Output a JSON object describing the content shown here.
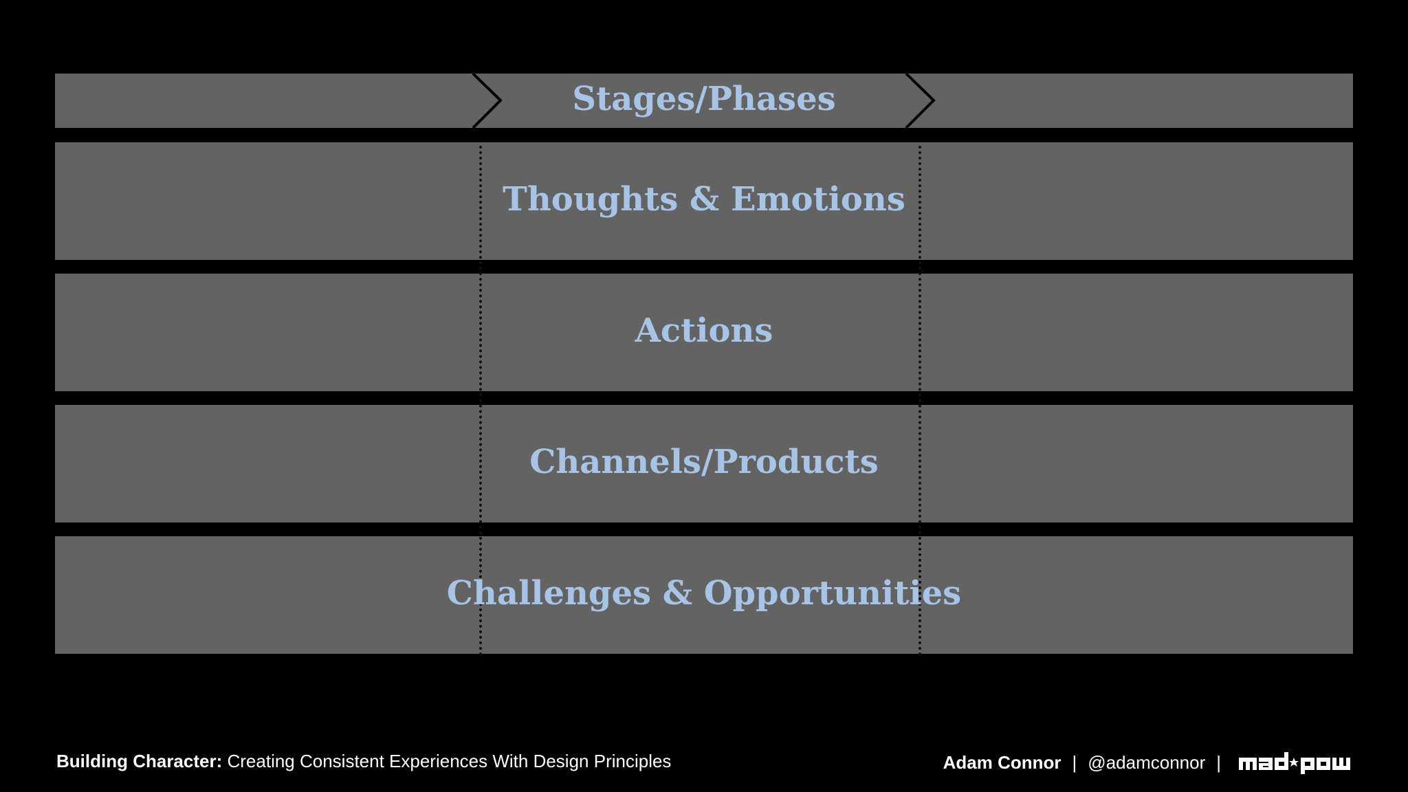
{
  "diagram": {
    "rows": [
      {
        "label": "Stages/Phases"
      },
      {
        "label": "Thoughts & Emotions"
      },
      {
        "label": "Actions"
      },
      {
        "label": "Channels/Products"
      },
      {
        "label": "Challenges & Opportunities"
      }
    ]
  },
  "footer": {
    "title_bold": "Building Character:",
    "title_rest": "Creating Consistent Experiences With Design Principles",
    "author": "Adam Connor",
    "separator": "|",
    "handle": "@adamconnor",
    "logo_text": "mad*pow"
  },
  "colors": {
    "background": "#000000",
    "row_fill": "#646364",
    "label_text": "#a7c4e6",
    "footer_text": "#ffffff"
  }
}
